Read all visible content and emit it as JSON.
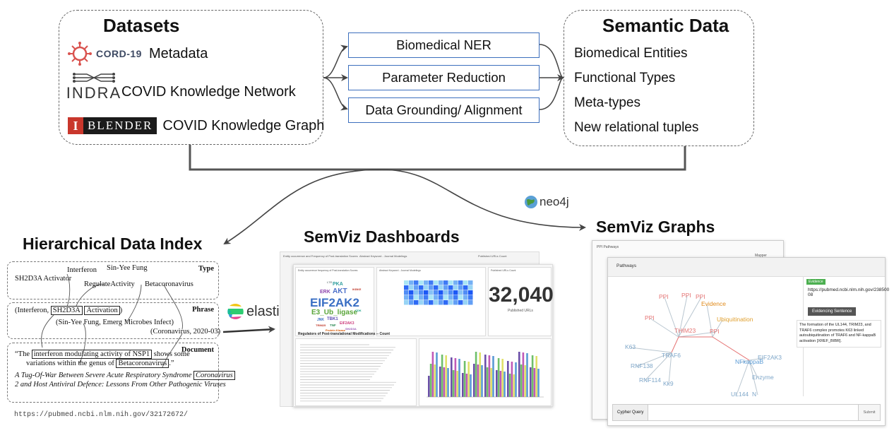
{
  "datasets": {
    "title": "Datasets",
    "rows": [
      {
        "logo_text": "CORD-19",
        "label": "Metadata"
      },
      {
        "logo_text": "INDRA",
        "label": "COVID Knowledge Network"
      },
      {
        "logo_text": "BLENDER",
        "label": "COVID Knowledge Graph"
      }
    ]
  },
  "processing": [
    "Biomedical NER",
    "Parameter Reduction",
    "Data Grounding/ Alignment"
  ],
  "semantic": {
    "title": "Semantic Data",
    "items": [
      "Biomedical Entities",
      "Functional Types",
      "Meta-types",
      "New relational tuples"
    ]
  },
  "sections": {
    "index": "Hierarchical Data Index",
    "dashboards": "SemViz Dashboards",
    "graphs": "SemViz Graphs"
  },
  "connectors": {
    "elastic": "elastic",
    "neo4j": "neo4j"
  },
  "index_panel": {
    "type": {
      "label": "Type",
      "terms": [
        "Interferon",
        "Sin-Yee Fung",
        "SH2D3A Activator",
        "RegulateActivity",
        "Betacoronavirus"
      ]
    },
    "phrase": {
      "label": "Phrase",
      "p1_open": "(Interferon,",
      "p1_a": "SH2D3A",
      "p1_b": "Activation",
      "p1_close": ")",
      "p2": "(Sin-Yee Fung, Emerg Microbes Infect)",
      "p3": "(Coronavirus, 2020-03)"
    },
    "document": {
      "label": "Document",
      "q_pre": "“The",
      "q_box1": "interferon modulating activity of NSP1",
      "q_mid": "shows some",
      "q_line2": "variations within the genus of",
      "q_box2": "Betacoronavirus",
      "q_end": ".”",
      "title_l1": "A Tug-Of-War Between Severe Acute Respiratory Syndrome",
      "title_box": "Coronavirus",
      "title_l2": "2 and Host Antiviral Defence: Lessons From Other Pathogenic Viruses",
      "url": "https://pubmed.ncbi.nlm.nih.gov/32172672/"
    }
  },
  "dashboard": {
    "card1_title": "Entity occurrence frequency of Post-translation Scores",
    "card2_title": "Abstract Keyword - Journal Modelings",
    "card3_title": "Published URLs Count",
    "count_value": "32,040",
    "count_caption": "Published URLs",
    "cloud_words": [
      "EIF2AK2",
      "E3_Ub_ligase",
      "AKT",
      "ERK",
      "PKA",
      "TBK1",
      "EIF2AK3",
      "JNK",
      "TRIM25",
      "TNF",
      "Protein Kinase",
      "SH2D3A",
      "CDK",
      "LTE",
      "IKBKE"
    ],
    "cloud_colors": [
      "#3a6fc4",
      "#5aa53a",
      "#4b6fc9",
      "#8e44ad",
      "#2f9e9e",
      "#5b4ab3",
      "#cc3b7a",
      "#3a6fc4",
      "#c0392b",
      "#2e8b57",
      "#d35400",
      "#9b59b6",
      "#16a085",
      "#7f8c8d",
      "#c0392b"
    ],
    "section_title": "Regulators of Post-translational Modifications -- Count",
    "back_header": "Entity occurrence and Frequency of Post-translation Scores",
    "back_header2": "Abstract Keyword - Journal Modelings",
    "back_header3": "Published URLs Count"
  },
  "graph": {
    "back_title": "PPI Pathways",
    "back_badge": "Mapper",
    "front_title": "Pathways",
    "evidence_tag": "Evidence",
    "evidence_url": "https://pubmed.ncbi.nlm.nih.gov/238500 08",
    "evidence_button": "Evidencing Sentence",
    "evidence_text": "The formation of the UL144, TRIM23, and TRAF6 complex promotes K63 linked autoubiquitination of TRAF6 and NF-kappaB activation [XREF_BIBR].",
    "query_label": "Cypher Query",
    "submit_label": "Submit",
    "nodes": [
      "PPI",
      "PPI",
      "PPI",
      "Evidence",
      "Ubiquitination",
      "PPI",
      "THIM23",
      "PPI",
      "K63",
      "TRAF6",
      "RNF138",
      "RNF114",
      "Kk9",
      "NFkappaB",
      "EIF2AK3",
      "Enzyme",
      "UL144",
      "N"
    ],
    "node_colors": [
      "#e57373",
      "#e57373",
      "#e57373",
      "#e08a1a",
      "#e0a030",
      "#e57373",
      "#e57373",
      "#e57373",
      "#7fa7c9",
      "#7fa7c9",
      "#7fa7c9",
      "#7fa7c9",
      "#7fa7c9",
      "#5b9bd5",
      "#7fa7c9",
      "#7fa7c9",
      "#7fa7c9",
      "#7fa7c9"
    ]
  }
}
